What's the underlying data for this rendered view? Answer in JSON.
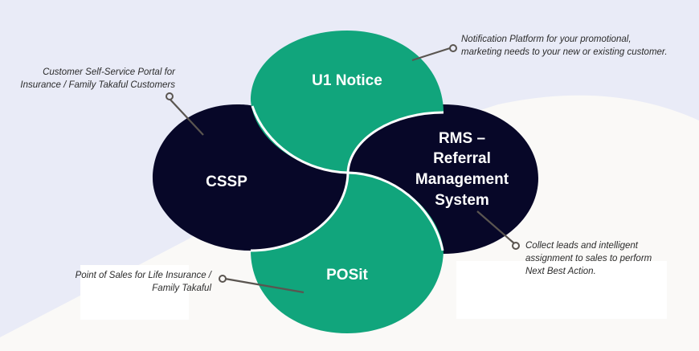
{
  "colors": {
    "background": "#e9ebf7",
    "background_light": "#faf9f7",
    "green": "#11a57c",
    "navy": "#070728",
    "connector": "#5a5550",
    "separator": "#ffffff"
  },
  "nodes": [
    {
      "id": "u1-notice",
      "lines": [
        "U1 Notice"
      ],
      "color": "green"
    },
    {
      "id": "cssp",
      "lines": [
        "CSSP"
      ],
      "color": "navy"
    },
    {
      "id": "rms",
      "lines": [
        "RMS –",
        "Referral",
        "Management",
        "System"
      ],
      "color": "navy"
    },
    {
      "id": "posit",
      "lines": [
        "POSit"
      ],
      "color": "green"
    }
  ],
  "callouts": {
    "u1_notice": {
      "lines": [
        "Notification Platform for your promotional,",
        "marketing needs to your new or existing customer."
      ]
    },
    "cssp": {
      "lines": [
        "Customer Self-Service Portal for",
        "Insurance / Family Takaful Customers"
      ]
    },
    "rms": {
      "lines": [
        "Collect leads and intelligent",
        "assignment to sales to perform",
        "Next Best Action."
      ]
    },
    "posit": {
      "lines": [
        "Point of Sales for Life Insurance /",
        "Family Takaful"
      ]
    }
  }
}
